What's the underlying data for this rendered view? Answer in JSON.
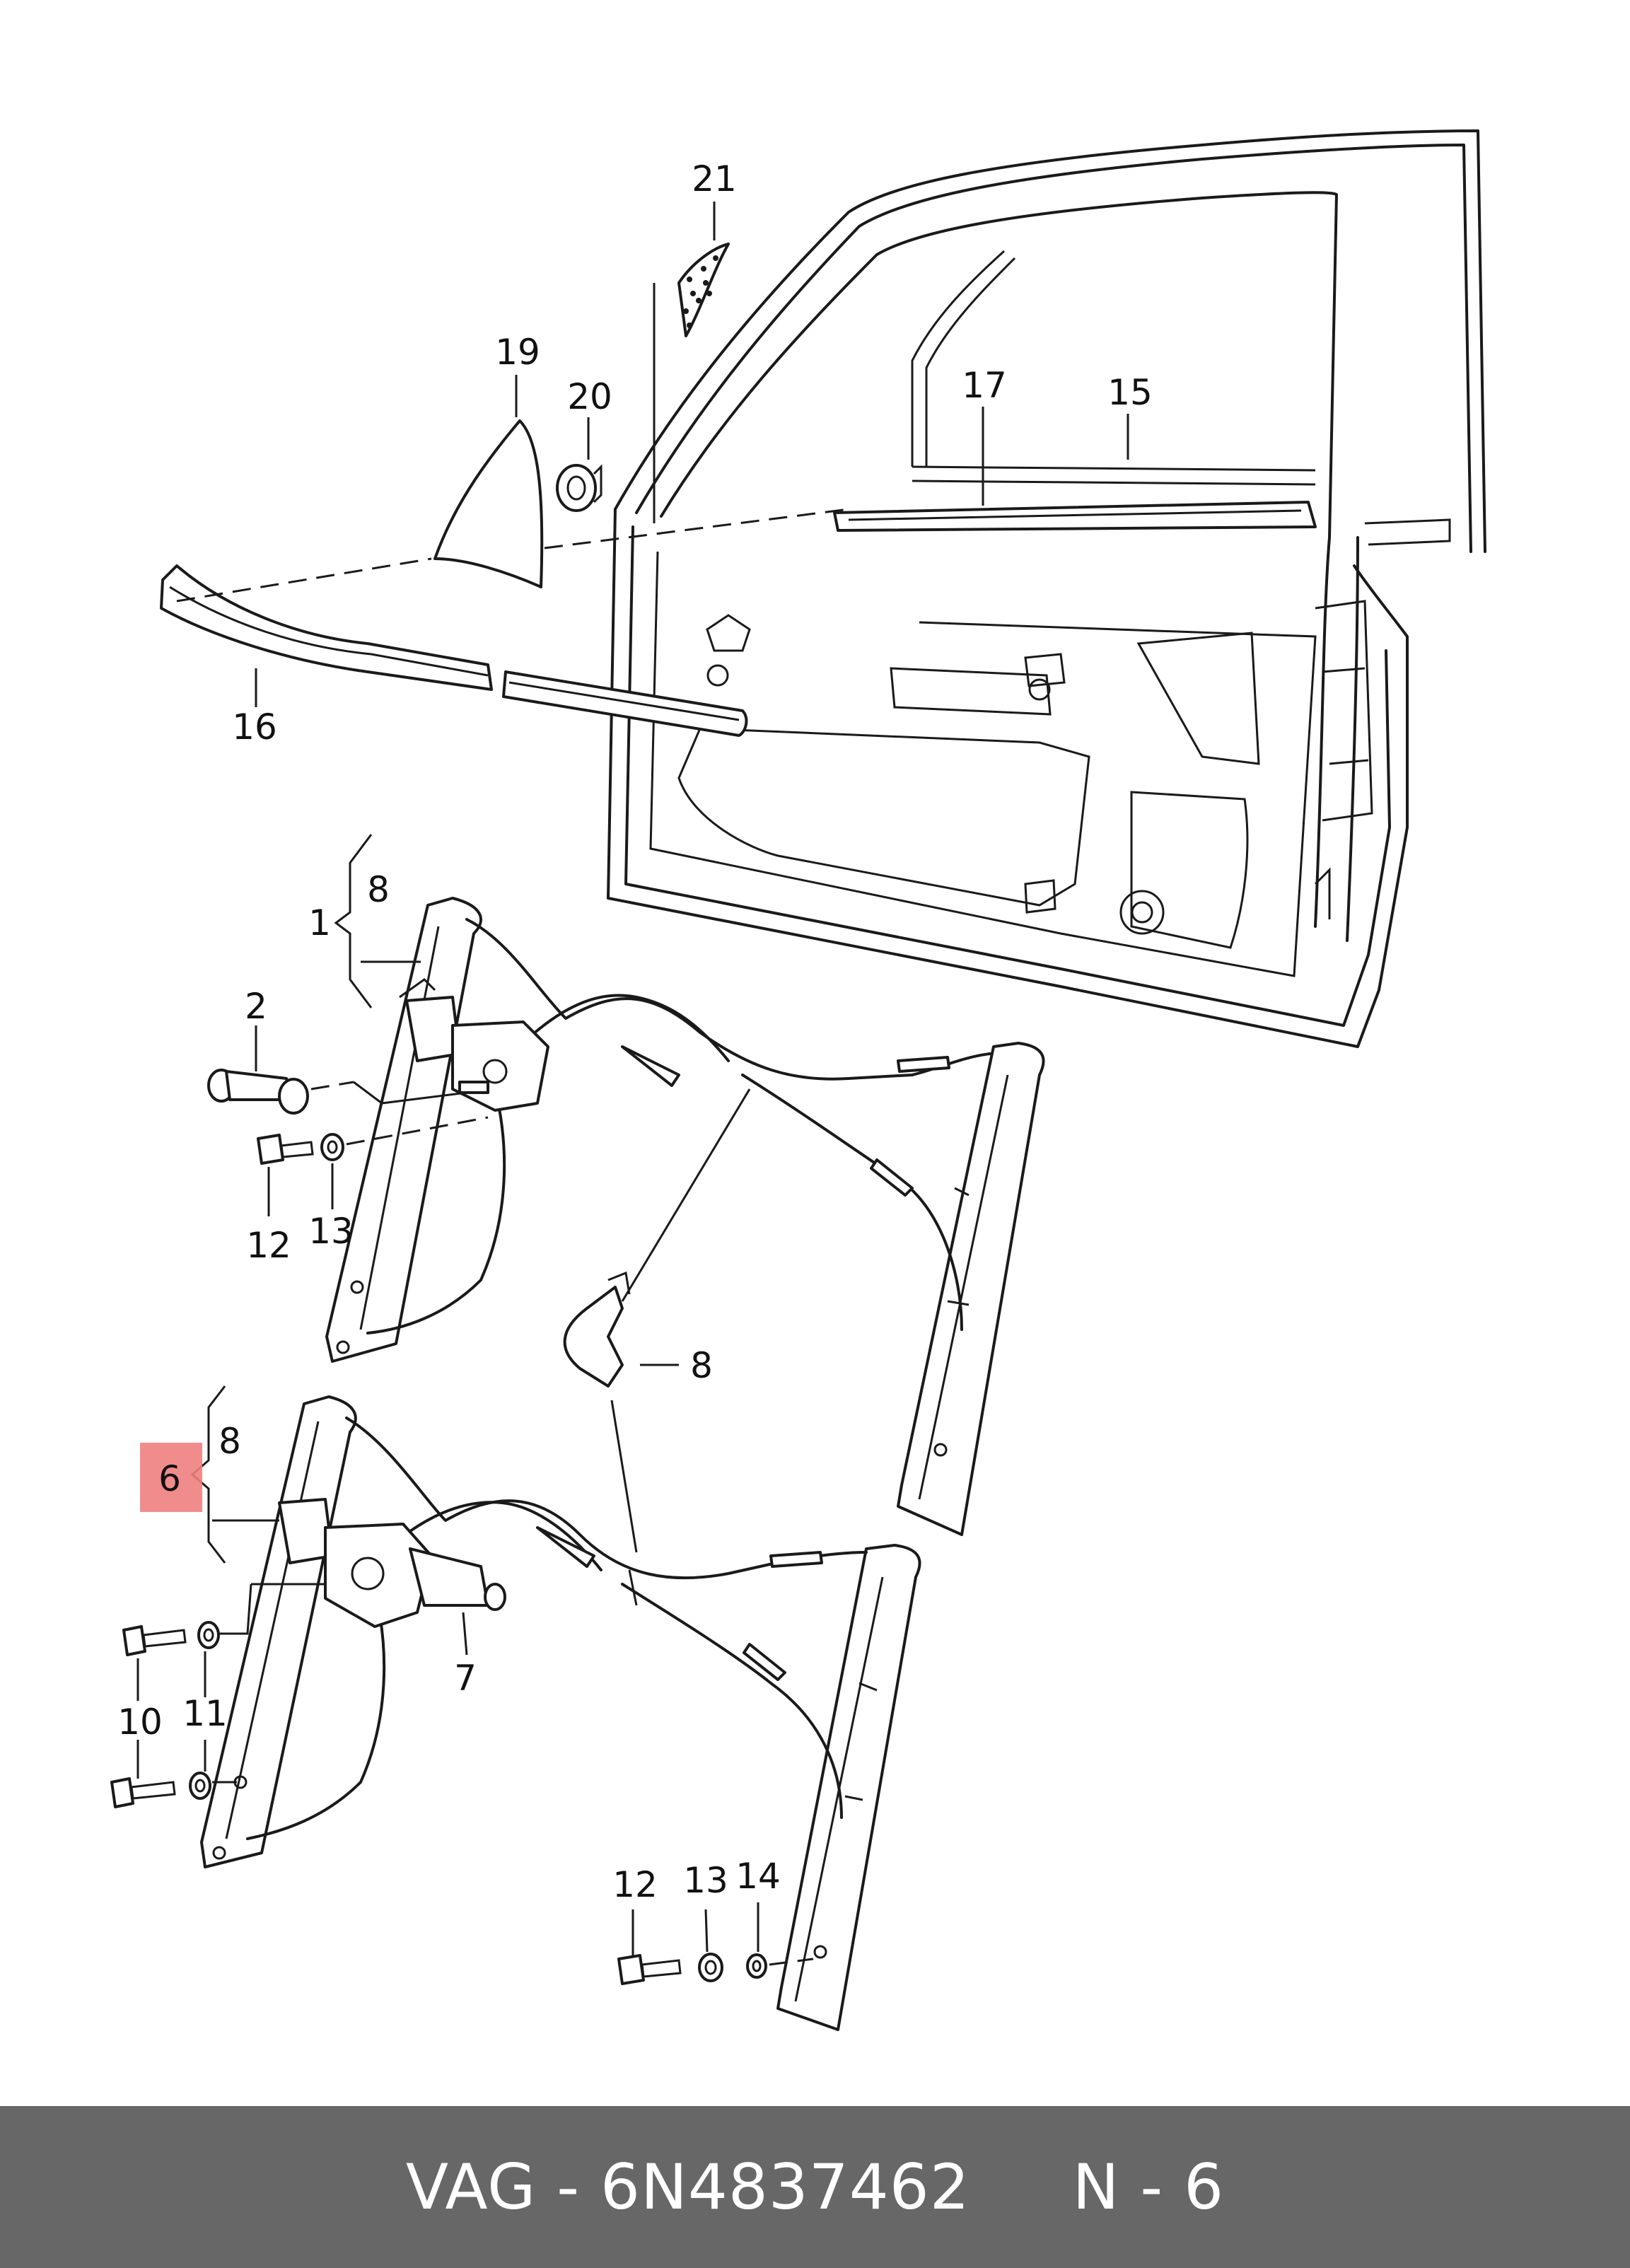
{
  "footer": {
    "brand": "VAG",
    "separator": "-",
    "part_number": "6N4837462",
    "reference": "N - 6",
    "background_color": "#676767",
    "text_color": "#ffffff"
  },
  "highlight": {
    "label": "6",
    "color": "#f08080"
  },
  "callouts": {
    "n1": "1",
    "n2": "2",
    "n6": "6",
    "n7": "7",
    "n8_top": "8",
    "n8_mid": "8",
    "n8_low": "8",
    "n10": "10",
    "n11": "11",
    "n12_top": "12",
    "n12_bottom": "12",
    "n13_top": "13",
    "n13_bottom": "13",
    "n14": "14",
    "n15": "15",
    "n16": "16",
    "n17": "17",
    "n19": "19",
    "n20": "20",
    "n21": "21"
  }
}
